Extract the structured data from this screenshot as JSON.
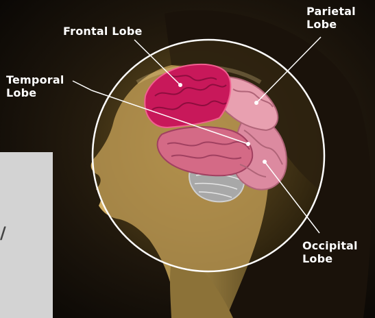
{
  "labels": {
    "frontal_lobe": "Frontal Lobe",
    "parietal_line1": "Parietal",
    "parietal_line2": "Lobe",
    "temporal_line1": "Temporal",
    "temporal_line2": "Lobe",
    "occipital_line1": "Occipital",
    "occipital_line2": "Lobe"
  },
  "panel": {
    "glyph": "/"
  },
  "colors": {
    "frontal": "#c8185a",
    "parietal": "#e8a0b0",
    "temporal": "#d46a86",
    "occipital": "#dc8aa0",
    "cerebellum": "#a8a8a8",
    "circle_stroke": "#ffffff",
    "leader_line": "#ffffff",
    "background": "#0d0b08",
    "panel": "#d3d3d3"
  }
}
